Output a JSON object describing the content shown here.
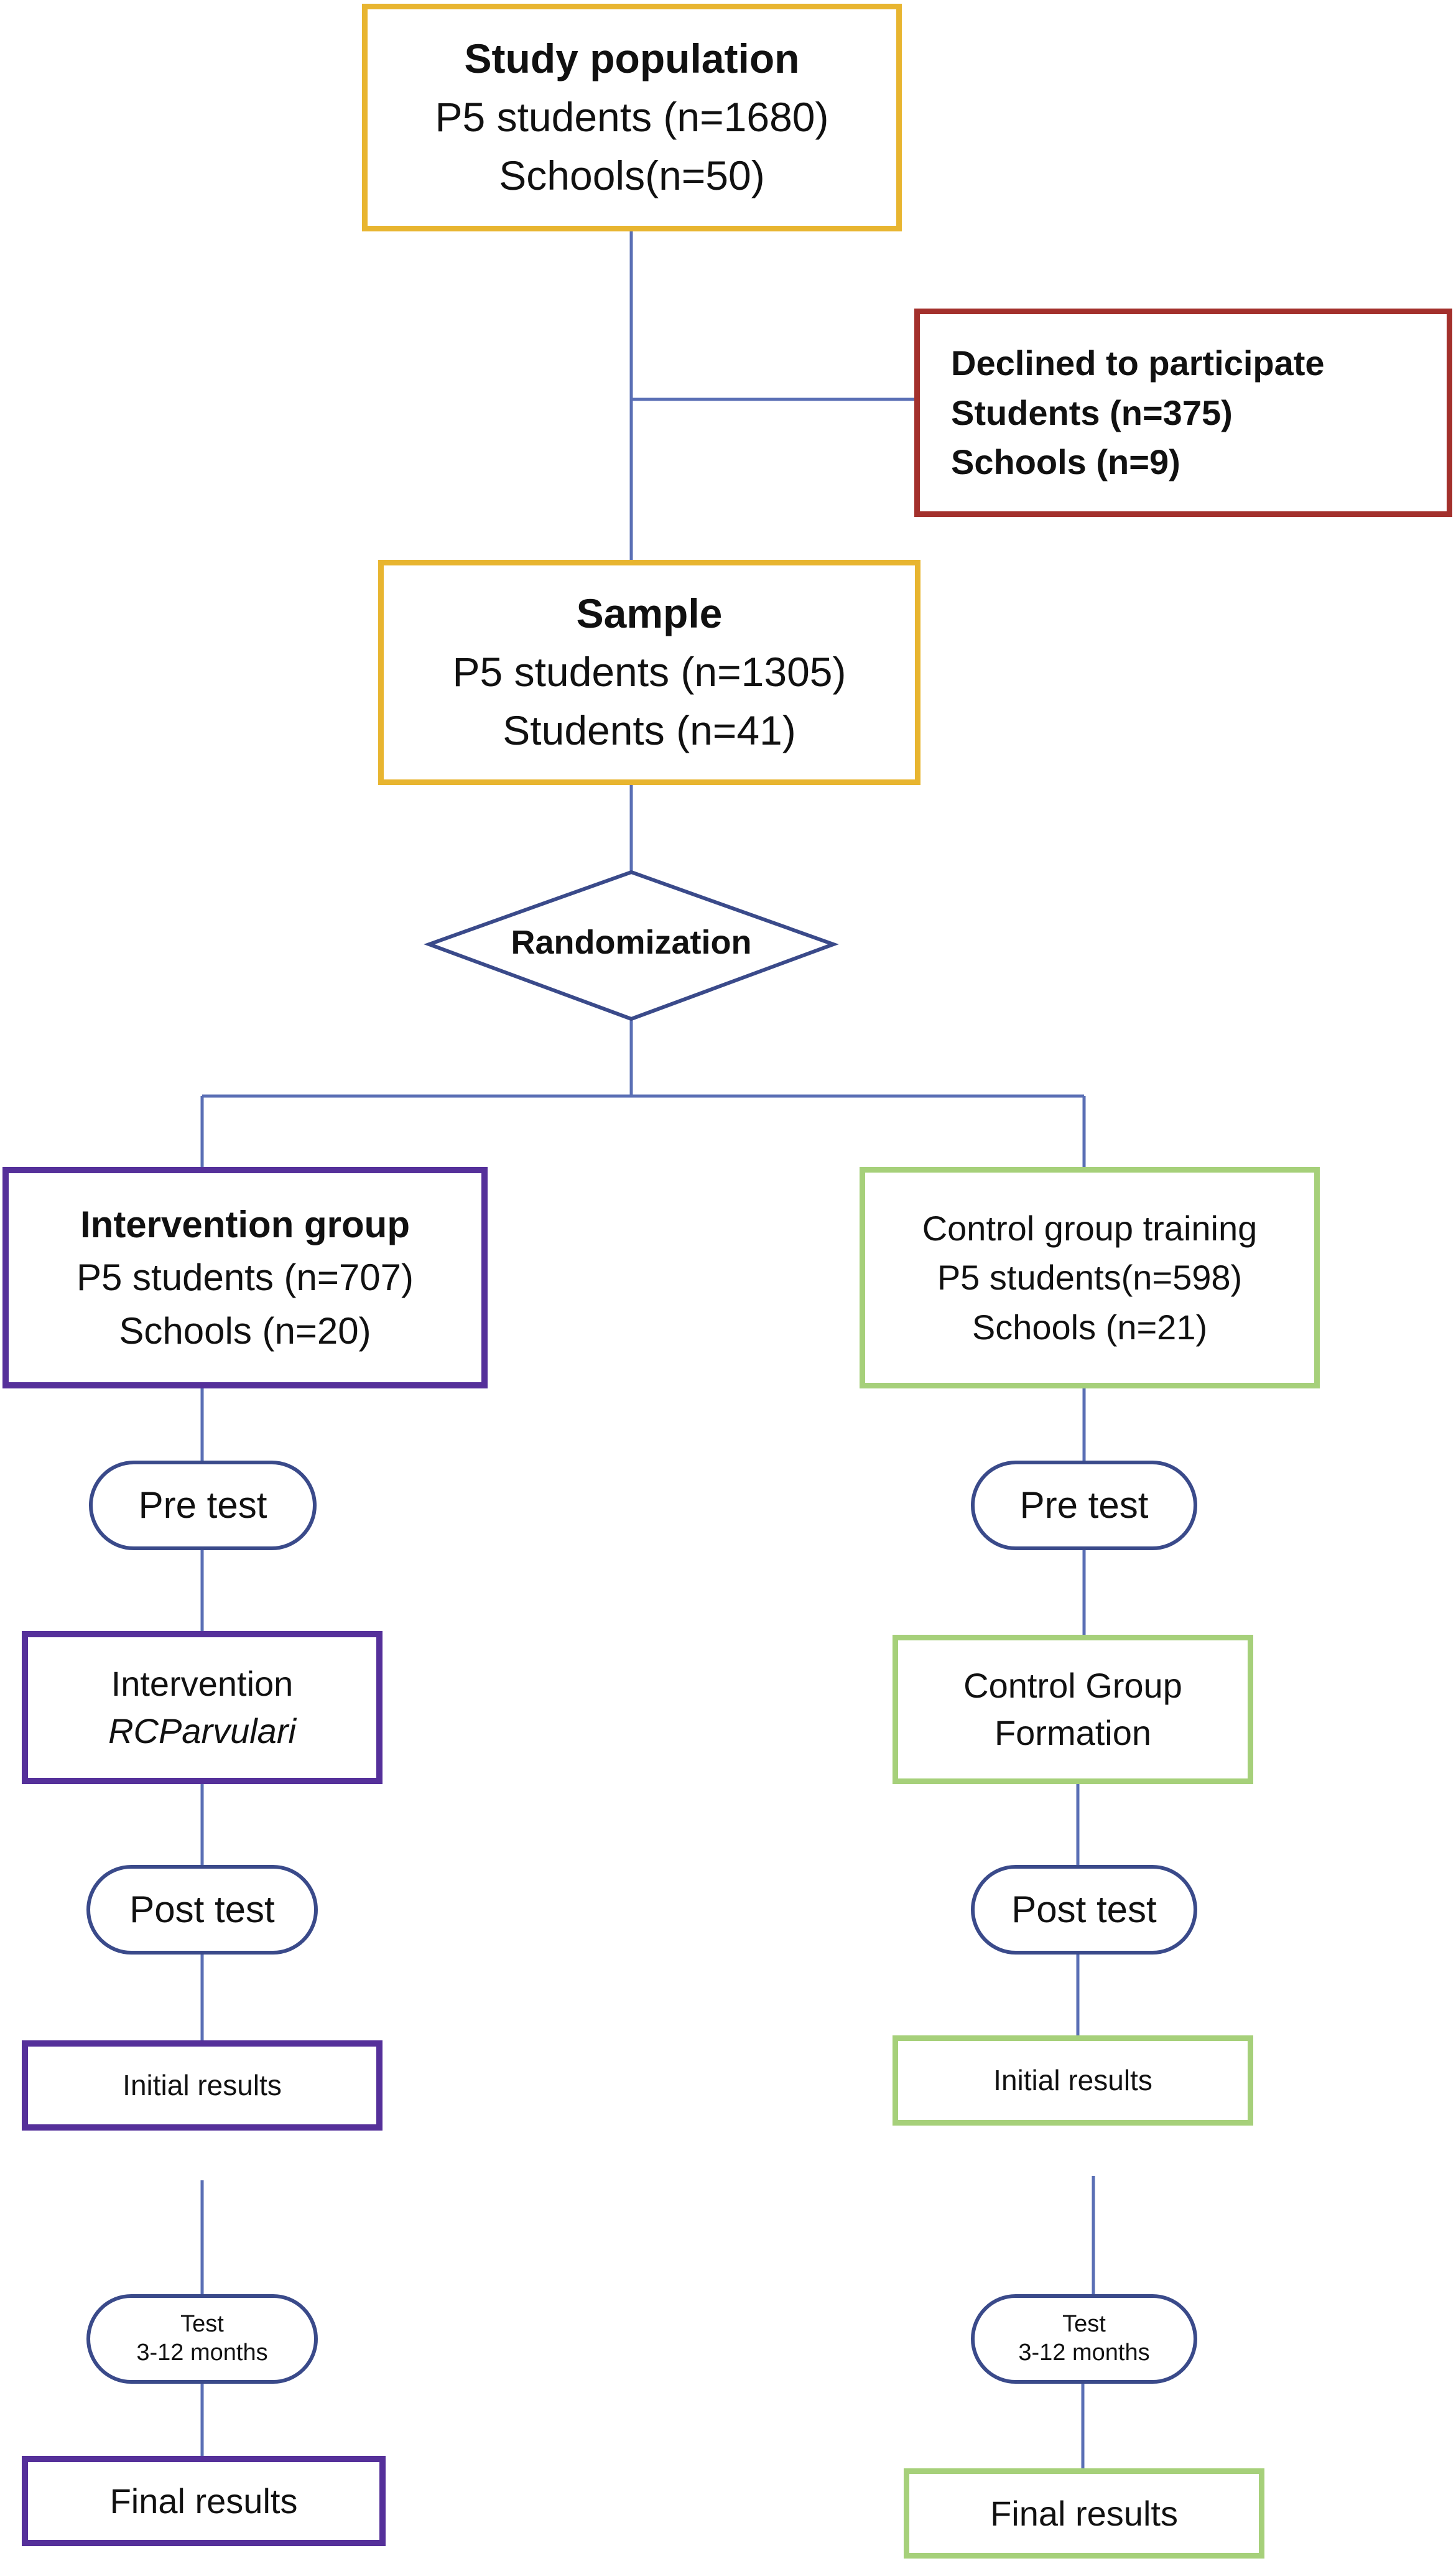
{
  "study_population": {
    "title": "Study population",
    "students": "P5 students (n=1680)",
    "schools": "Schools(n=50)"
  },
  "declined": {
    "title": "Declined to participate",
    "students": "Students (n=375)",
    "schools": "Schools (n=9)"
  },
  "sample": {
    "title": "Sample",
    "students": "P5 students (n=1305)",
    "schools": "Students (n=41)"
  },
  "randomization": "Randomization",
  "intervention": {
    "title": "Intervention group",
    "students": "P5 students (n=707)",
    "schools": "Schools (n=20)",
    "pre_test": "Pre test",
    "step_line1": "Intervention",
    "step_line2": "RCParvulari",
    "post_test": "Post test",
    "initial_results": "Initial results",
    "followup_line1": "Test",
    "followup_line2": "3-12 months",
    "final_results": "Final results"
  },
  "control": {
    "title": "Control group training",
    "students": "P5 students(n=598)",
    "schools": "Schools (n=21)",
    "pre_test": "Pre test",
    "step_line1": "Control Group",
    "step_line2": "Formation",
    "post_test": "Post test",
    "initial_results": "Initial results",
    "followup_line1": "Test",
    "followup_line2": "3-12 months",
    "final_results": "Final results"
  },
  "colors": {
    "connector": "#5a6fb5",
    "yellow_border": "#e8b530",
    "red_border": "#a3302c",
    "purple_border": "#55309a",
    "green_border": "#a6d07a",
    "pill_border": "#3a4a8a"
  }
}
